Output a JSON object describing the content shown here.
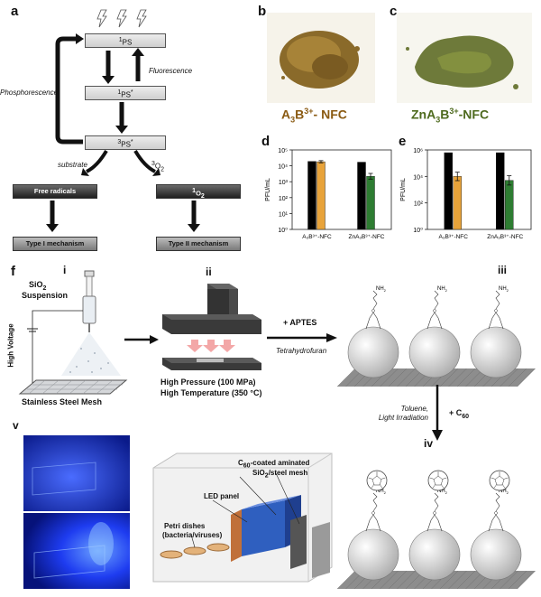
{
  "panels": {
    "a": "a",
    "b": "b",
    "c": "c",
    "d": "d",
    "e": "e",
    "f": "f",
    "i": "i",
    "ii": "ii",
    "iii": "iii",
    "iv": "iv",
    "v": "v"
  },
  "panel_a": {
    "ground": "PS",
    "singlet": "PS",
    "triplet": "PS",
    "ground_sup": "1",
    "singlet_sup": "1",
    "triplet_sup": "3",
    "star": "*",
    "fluorescence": "Fluorescence",
    "phosphorescence": "Phosphorescence",
    "substrate": "substrate",
    "o2": "O",
    "o2_sup": "3",
    "o2_sub": "2",
    "free_radicals": "Free radicals",
    "singlet_oxygen": "O",
    "singlet_oxygen_sup": "1",
    "singlet_oxygen_sub": "2",
    "type1": "Type I mechanism",
    "type2": "Type II mechanism"
  },
  "panel_b": {
    "caption_main": "A",
    "caption_sub": "3",
    "caption_b": "B",
    "caption_sup": "3+",
    "caption_tail": "- NFC"
  },
  "panel_c": {
    "caption_pre": "ZnA",
    "caption_sub": "3",
    "caption_b": "B",
    "caption_sup": "3+",
    "caption_tail": "-NFC"
  },
  "chart_data": [
    {
      "panel": "d",
      "type": "bar",
      "ylabel": "PFU/mL",
      "yscale": "log",
      "ylim": [
        1,
        100000
      ],
      "yticks": [
        "10⁰",
        "10¹",
        "10²",
        "10³",
        "10⁴",
        "10⁵"
      ],
      "categories": [
        "A₃B³⁺-NFC",
        "ZnA₃B³⁺-NFC"
      ],
      "series": [
        {
          "color": "#000000",
          "values": [
            19000,
            17000
          ],
          "err": [
            0,
            0
          ]
        },
        {
          "color": "#e8a33a",
          "values": [
            18000,
            0
          ],
          "err": [
            0.07,
            0
          ]
        },
        {
          "color": "#2e7d32",
          "values": [
            0,
            2200
          ],
          "err": [
            0,
            0.18
          ]
        }
      ]
    },
    {
      "panel": "e",
      "type": "bar",
      "ylabel": "PFU/mL",
      "yscale": "log",
      "ylim": [
        1,
        1000000
      ],
      "yticks": [
        "10⁰",
        "10²",
        "10⁴",
        "10⁶"
      ],
      "categories": [
        "A₃B³⁺-NFC",
        "ZnA₃B³⁺-NFC"
      ],
      "series": [
        {
          "color": "#000000",
          "values": [
            620000,
            620000
          ],
          "err": [
            0,
            0
          ]
        },
        {
          "color": "#e8a33a",
          "values": [
            10000,
            0
          ],
          "err": [
            0.32,
            0
          ]
        },
        {
          "color": "#2e7d32",
          "values": [
            0,
            5000
          ],
          "err": [
            0,
            0.35
          ]
        }
      ]
    }
  ],
  "panel_f": {
    "sio2": "SiO",
    "sio2_sub": "2",
    "suspension": "Suspension",
    "high_voltage": "High Voltage",
    "mesh": "Stainless Steel Mesh",
    "pressure": "High Pressure (100 MPa)",
    "temperature": "High Temperature (350 °C)",
    "aptes": "+ APTES",
    "thf": "Tetrahydrofuran",
    "toluene": "Toluene,",
    "light": "Light Irradiation",
    "c60": "+ C",
    "c60_sub": "60",
    "nh2": "NH",
    "nh2_sub": "2",
    "coated_1": "C",
    "coated_1_sub": "60",
    "coated_1_tail": "-coated aminated",
    "coated_2": "SiO",
    "coated_2_sub": "2",
    "coated_2_tail": "/steel mesh",
    "led": "LED panel",
    "petri_1": "Petri dishes",
    "petri_2": "(bacteria/viruses)"
  }
}
